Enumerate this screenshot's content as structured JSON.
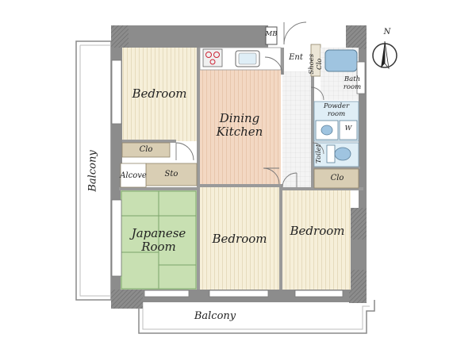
{
  "compass": {
    "north_label": "N"
  },
  "rooms": {
    "bedroom_nw": "Bedroom",
    "dining_kitchen": "Dining\nKitchen",
    "japanese_room": "Japanese\nRoom",
    "bedroom_center": "Bedroom",
    "bedroom_east": "Bedroom",
    "bathroom": "Bath\nroom",
    "powder_room": "Powder\nroom",
    "toilet": "Toilet",
    "entrance": "Ent",
    "shoes_closet": "Shoes Clo",
    "meter_box": "MB",
    "alcove": "Alcove",
    "storage": "Sto",
    "closet_west": "Clo",
    "closet_east": "Clo",
    "washer": "W",
    "balcony_west": "Balcony",
    "balcony_south": "Balcony"
  },
  "colors": {
    "wall": "#8c8c8c",
    "wall_dark": "#5a5a5a",
    "floor_wood": "#f6efd9",
    "floor_stripe": "#e7dcbf",
    "kitchen_floor": "#f3d8c3",
    "kitchen_stripe": "#e9c6ad",
    "tatami": "#c8e0b2",
    "wet_area": "#dfeef6",
    "closet": "#d9ceb4",
    "fixture_blue": "#9fc4e0"
  }
}
